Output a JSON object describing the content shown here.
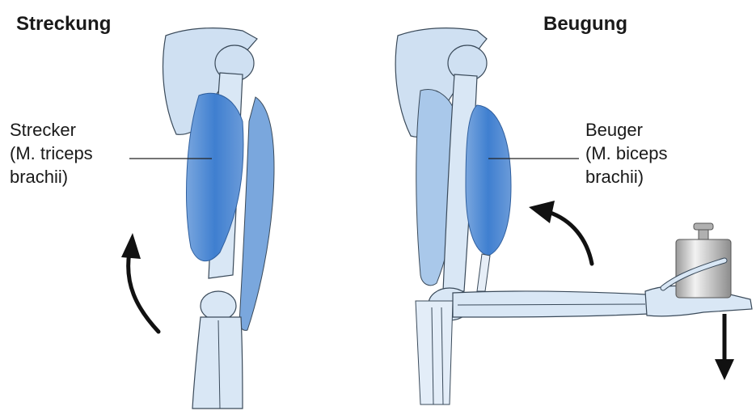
{
  "panels": {
    "extension": {
      "title": "Streckung",
      "label_lines": [
        "Strecker",
        "(M. triceps",
        "brachii)"
      ]
    },
    "flexion": {
      "title": "Beugung",
      "label_lines": [
        "Beuger",
        "(M. biceps",
        "brachii)"
      ]
    }
  },
  "colors": {
    "bone": "#cfe0f2",
    "bone_outline": "#3a4a5a",
    "muscle": "#3f7fd0",
    "muscle_light": "#a9c8ea",
    "weight": "#c8c8c8",
    "arrow": "#111111"
  }
}
